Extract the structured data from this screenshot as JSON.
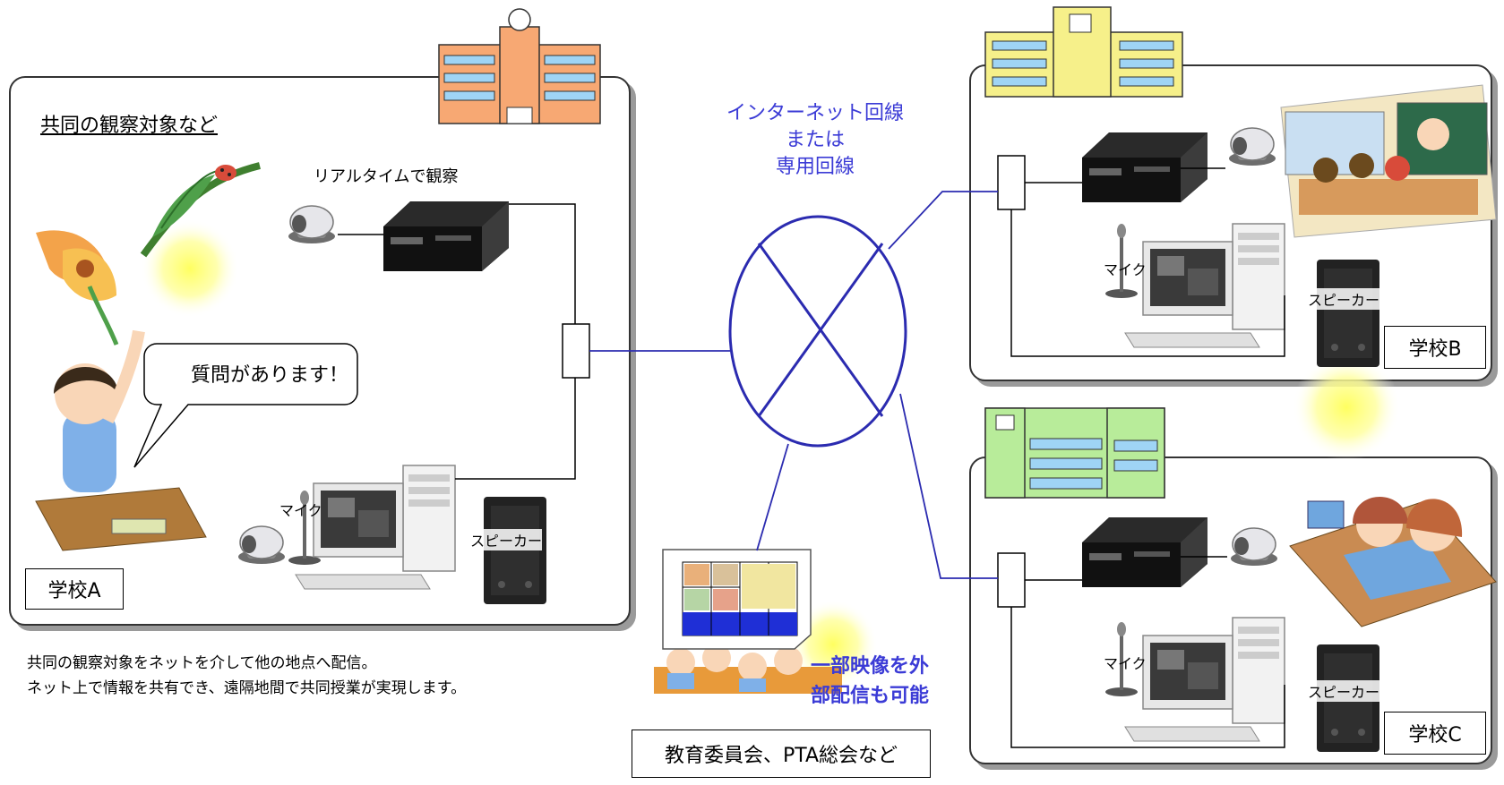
{
  "schoolA": {
    "heading": "共同の観察対象など",
    "realtime": "リアルタイムで観察",
    "bubble": "質問があります！",
    "mic": "マイク",
    "speaker": "スピーカー",
    "label": "学校A"
  },
  "schoolB": {
    "mic": "マイク",
    "speaker": "スピーカー",
    "label": "学校B"
  },
  "schoolC": {
    "mic": "マイク",
    "speaker": "スピーカー",
    "label": "学校C"
  },
  "network": {
    "line1": "インターネット回線",
    "line2": "または",
    "line3": "専用回線"
  },
  "caption": {
    "line1": "共同の観察対象をネットを介して他の地点へ配信。",
    "line2": "ネット上で情報を共有でき、遠隔地間で共同授業が実現します。"
  },
  "external": {
    "line1": "一部映像を外",
    "line2": "部配信も可能",
    "label": "教育委員会、PTA総会など"
  }
}
